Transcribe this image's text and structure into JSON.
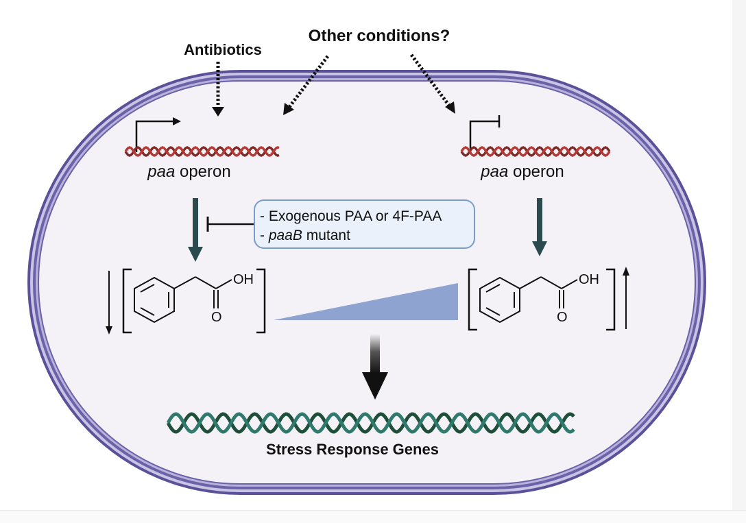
{
  "labels": {
    "other_conditions": "Other conditions?",
    "antibiotics": "Antibiotics",
    "operon_left": {
      "italic": "paa",
      "plain": " operon"
    },
    "operon_right": {
      "italic": "paa",
      "plain": " operon"
    },
    "inhibitor_box": {
      "line1": "- Exogenous PAA or 4F-PAA",
      "line2_prefix": "- ",
      "line2_italic": "paaB",
      "line2_suffix": " mutant"
    },
    "molecule_left": {
      "oh": "OH",
      "o": "O"
    },
    "molecule_right": {
      "oh": "OH",
      "o": "O"
    },
    "stress_genes": "Stress Response Genes"
  },
  "colors": {
    "membrane": "#6b62a8",
    "membrane_light": "#b8b2dc",
    "cell_fill": "#f4f2f7",
    "dna_red": "#b53a35",
    "dna_red_dark": "#7e2a27",
    "dna_green": "#2f7a6c",
    "dna_green_dark": "#1f4f3a",
    "arrow_teal": "#2b4a4e",
    "gradient_wedge": "#8fa3d0",
    "box_border": "#7a9cc8",
    "box_fill": "#eaf1fb"
  }
}
